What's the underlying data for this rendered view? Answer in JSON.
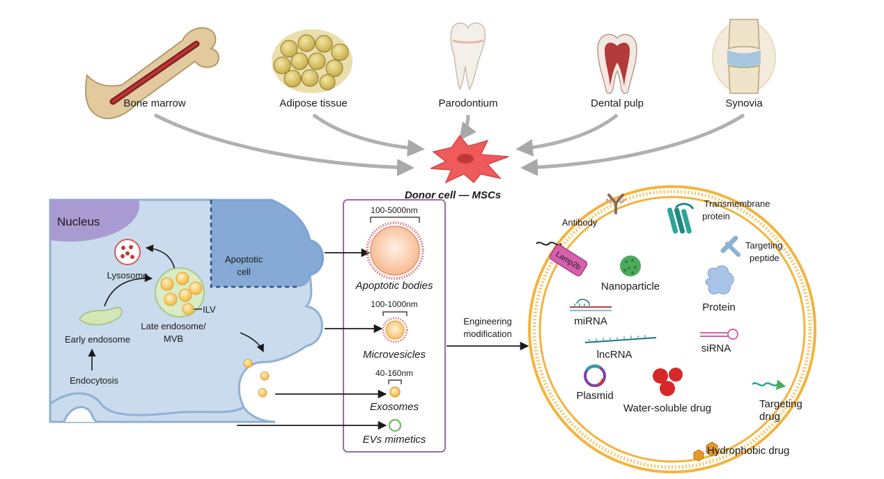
{
  "sources": {
    "bone_marrow": "Bone marrow",
    "adipose": "Adipose tissue",
    "parodontium": "Parodontium",
    "dental_pulp": "Dental pulp",
    "synovia": "Synovia"
  },
  "donor": {
    "label": "Donor cell — MSCs"
  },
  "cell": {
    "nucleus": "Nucleus",
    "lysosome": "Lysosome",
    "apoptotic_cell_1": "Apoptotic",
    "apoptotic_cell_2": "cell",
    "ilv": "ILV",
    "late_endosome_1": "Late endosome/",
    "late_endosome_2": "MVB",
    "early_endosome": "Early endosome",
    "endocytosis": "Endocytosis"
  },
  "evs": {
    "apoptotic_size": "100-5000nm",
    "apoptotic": "Apoptotic bodies",
    "micro_size": "100-1000nm",
    "micro": "Microvesicles",
    "exo_size": "40-160nm",
    "exo": "Exosomes",
    "mimetic": "EVs mimetics"
  },
  "engineering": {
    "line1": "Engineering",
    "line2": "modification"
  },
  "cargo": {
    "antibody": "Antibody",
    "transmembrane_1": "Transmembrane",
    "transmembrane_2": "protein",
    "targeting_peptide_1": "Targeting",
    "targeting_peptide_2": "peptide",
    "lamp2b": "Lamp2b",
    "nanoparticle": "Nanoparticle",
    "protein": "Protein",
    "mirna": "miRNA",
    "lncrna": "lncRNA",
    "sirna": "siRNA",
    "plasmid": "Plasmid",
    "water_drug": "Water-soluble drug",
    "targeting_drug_1": "Targeting",
    "targeting_drug_2": "drug",
    "hydrophobic": "Hydrophobic drug"
  },
  "colors": {
    "cell_fill": "#c9dbed",
    "cell_stroke": "#8fb0d3",
    "nucleus": "#a99bd1",
    "vesicle_outer": "#e8a13c",
    "vesicle_fill": "#f6c56a",
    "ev_membrane": "#f2b43c",
    "msc": "#ef5a5a",
    "box_border": "#9b6aa6"
  }
}
